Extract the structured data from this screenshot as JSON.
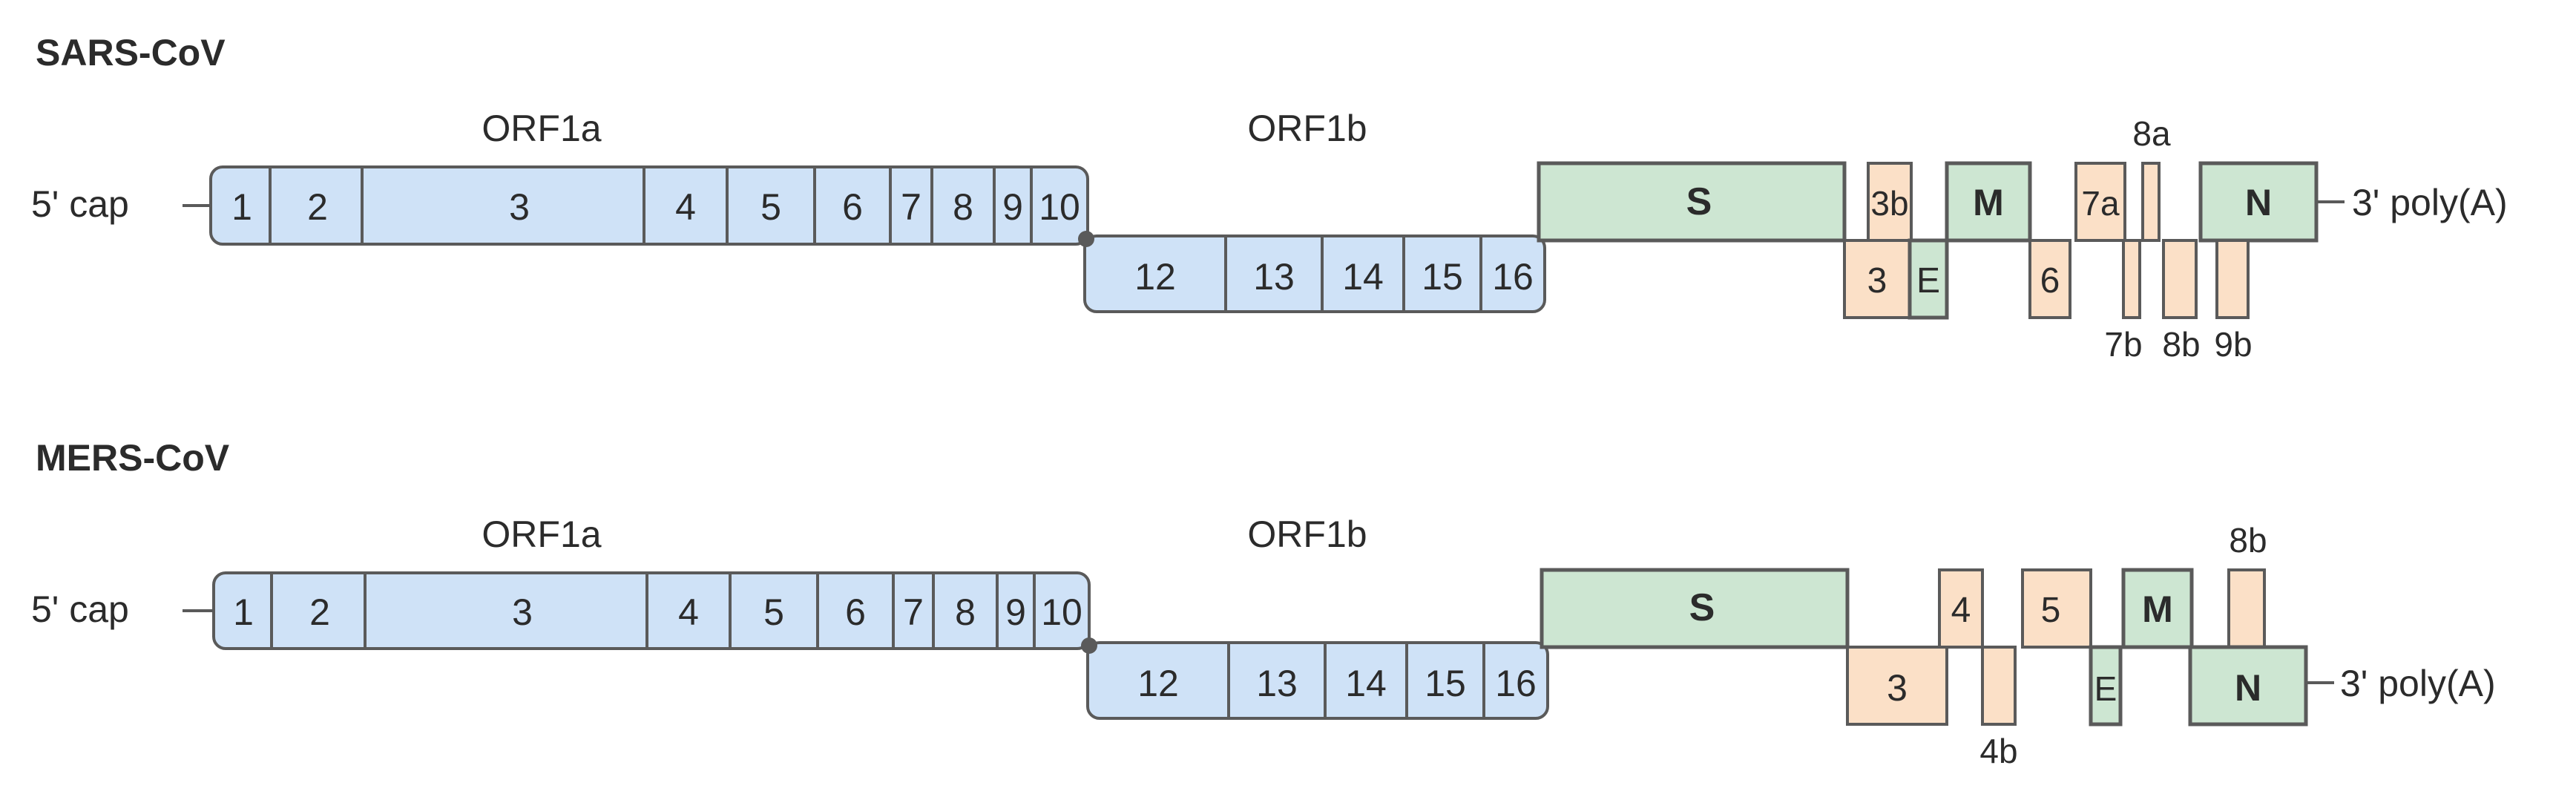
{
  "colors": {
    "replicase_fill": "#cfe2f7",
    "structural_fill": "#cde6d2",
    "accessory_fill": "#fbe0c7",
    "outline": "#5a5a5a",
    "text": "#2b2b2b"
  },
  "genomes": [
    {
      "title": "SARS-CoV",
      "five_prime": "5' cap",
      "three_prime": "3' poly(A)",
      "orf1a_label": "ORF1a",
      "orf1b_label": "ORF1b",
      "orf1a_segments": [
        "1",
        "2",
        "3",
        "4",
        "5",
        "6",
        "7",
        "8",
        "9",
        "10"
      ],
      "orf1b_segments": [
        "12",
        "13",
        "14",
        "15",
        "16"
      ],
      "structural": [
        {
          "label": "S",
          "kind": "structural"
        },
        {
          "label": "3b",
          "kind": "accessory"
        },
        {
          "label": "3",
          "kind": "accessory"
        },
        {
          "label": "E",
          "kind": "structural"
        },
        {
          "label": "M",
          "kind": "structural"
        },
        {
          "label": "6",
          "kind": "accessory"
        },
        {
          "label": "7a",
          "kind": "accessory"
        },
        {
          "label": "7b",
          "kind": "accessory"
        },
        {
          "label": "8a",
          "kind": "accessory"
        },
        {
          "label": "8b",
          "kind": "accessory"
        },
        {
          "label": "N",
          "kind": "structural"
        },
        {
          "label": "9b",
          "kind": "accessory"
        }
      ]
    },
    {
      "title": "MERS-CoV",
      "five_prime": "5' cap",
      "three_prime": "3' poly(A)",
      "orf1a_label": "ORF1a",
      "orf1b_label": "ORF1b",
      "orf1a_segments": [
        "1",
        "2",
        "3",
        "4",
        "5",
        "6",
        "7",
        "8",
        "9",
        "10"
      ],
      "orf1b_segments": [
        "12",
        "13",
        "14",
        "15",
        "16"
      ],
      "structural": [
        {
          "label": "S",
          "kind": "structural"
        },
        {
          "label": "3",
          "kind": "accessory"
        },
        {
          "label": "4",
          "kind": "accessory"
        },
        {
          "label": "4b",
          "kind": "accessory"
        },
        {
          "label": "5",
          "kind": "accessory"
        },
        {
          "label": "E",
          "kind": "structural"
        },
        {
          "label": "M",
          "kind": "structural"
        },
        {
          "label": "8b",
          "kind": "accessory"
        },
        {
          "label": "N",
          "kind": "structural"
        }
      ]
    }
  ]
}
